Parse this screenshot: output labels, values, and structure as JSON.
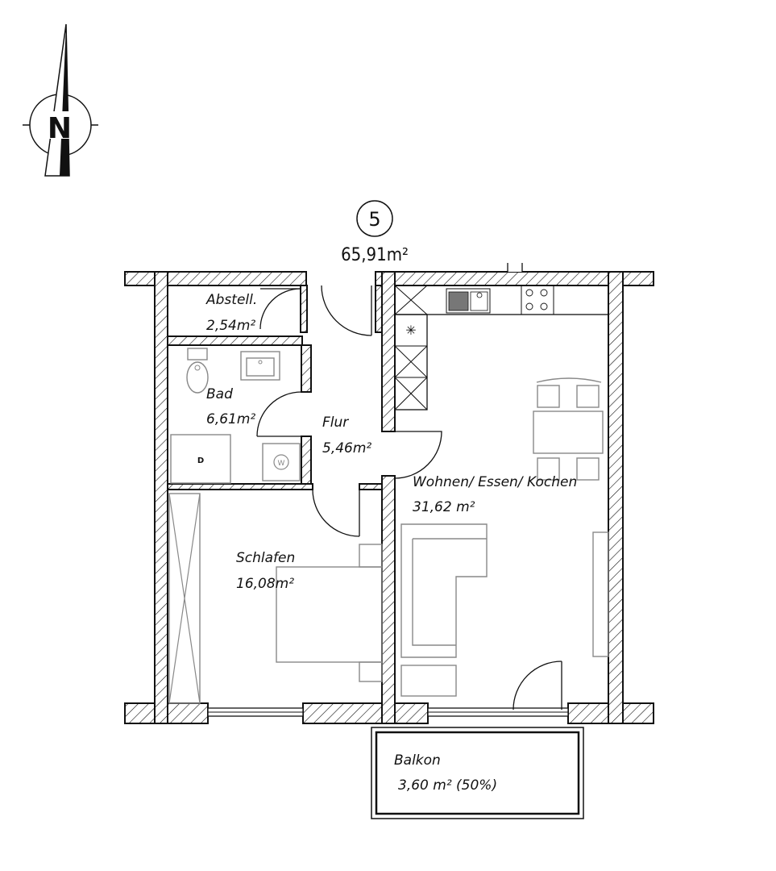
{
  "apartment": {
    "number": "5",
    "total_area": "65,91m²"
  },
  "rooms": {
    "abstell": {
      "name": "Abstell.",
      "area": "2,54m²"
    },
    "bad": {
      "name": "Bad",
      "area": "6,61m²"
    },
    "flur": {
      "name": "Flur",
      "area": "5,46m²"
    },
    "wohnen": {
      "name": "Wohnen/ Essen/ Kochen",
      "area": "31,62 m²"
    },
    "schlafen": {
      "name": "Schlafen",
      "area": "16,08m²"
    },
    "balkon": {
      "name": "Balkon",
      "area": "3,60 m² (50%)"
    }
  },
  "fixtures": {
    "dryer_label": "D",
    "washer_label": "W"
  },
  "compass": {
    "icon": "north-arrow-icon",
    "letter": "N"
  },
  "colors": {
    "line": "#111111",
    "furniture": "#888888"
  }
}
